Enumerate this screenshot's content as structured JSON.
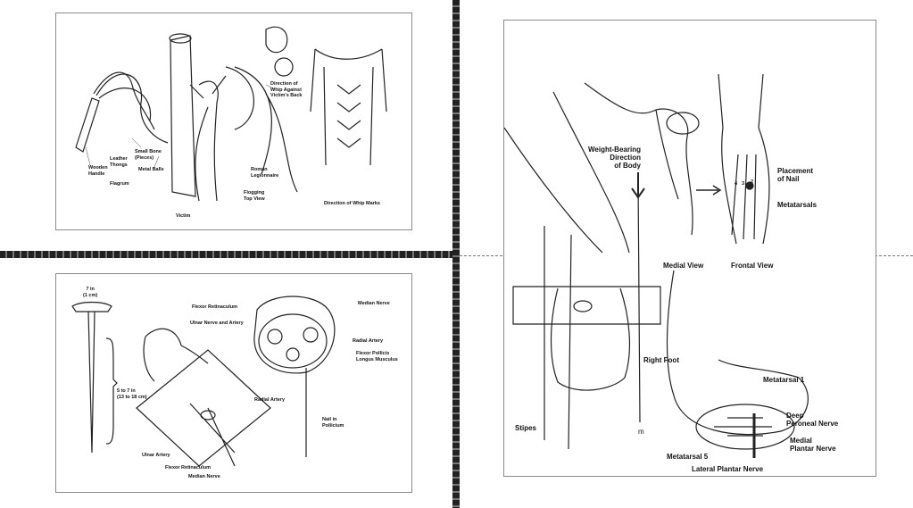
{
  "panel_top_left": {
    "labels": {
      "wooden_handle": "Wooden\nHandle",
      "leather_thongs": "Leather\nThongs",
      "small_bone": "Small Bone\n(Pieces)",
      "metal_balls": "Metal Balls",
      "flagrum": "Flagrum",
      "victim": "Victim",
      "direction_whip": "Direction of\nWhip Against\nVictim's Back",
      "roman_legionnaire": "Roman\nLegionnaire",
      "flogging_top_view": "Flogging\nTop View",
      "direction_marks": "Direction of Whip Marks"
    }
  },
  "panel_bottom_left": {
    "labels": {
      "nail_head_size": "7   in\n(1 cm)",
      "nail_length": "5 to 7 in\n(13 to 18 cm)",
      "flexor_retinaculum_top": "Flexor Retinaculum",
      "ulnar_nerve_artery": "Ulnar Nerve and Artery",
      "median_nerve_right": "Median Nerve",
      "radial_artery_right": "Radial Artery",
      "flexor_pollicis": "Flexor Pollicis\nLongus Musculus",
      "radial_artery_mid": "Radial Artery",
      "nail_in_pollicium": "Nail in\nPollicium",
      "ulnar_artery": "Ulnar Artery",
      "flexor_retinaculum_bottom": "Flexor Retinaculum",
      "median_nerve_bottom": "Median Nerve"
    }
  },
  "panel_right": {
    "labels": {
      "weight_bearing": "Weight-Bearing\nDirection\nof Body",
      "placement_nail": "Placement\nof Nail",
      "metatarsals": "Metatarsals",
      "medial_view": "Medial View",
      "frontal_view": "Frontal View",
      "right_foot": "Right Foot",
      "stipes": "Stipes",
      "metatarsal_1": "Metatarsal 1",
      "deep_peroneal": "Deep\nPeroneal Nerve",
      "medial_plantar": "Medial\nPlantar Nerve",
      "metatarsal_5": "Metatarsal 5",
      "lateral_plantar": "Lateral Plantar Nerve",
      "small_mark": "m",
      "bone_numbers": [
        "4",
        "3",
        "2"
      ]
    }
  }
}
